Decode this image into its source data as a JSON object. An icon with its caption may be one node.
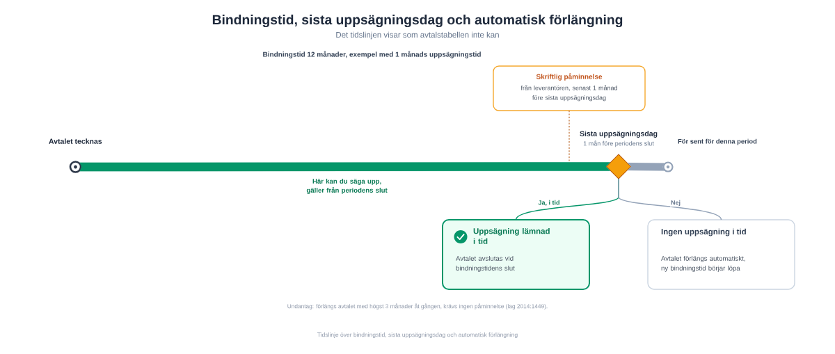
{
  "diagram": {
    "title": "Bindningstid, sista uppsägningsdag och automatisk förlängning",
    "caption": "Tidslinje över bindningstid, sista uppsägningsdag och automatisk förlängning",
    "nodes": [
      {
        "text": [],
        "shape": "circle",
        "beside": [
          "Avtalet tecknas"
        ]
      },
      {
        "text": [],
        "shape": "diamond",
        "beside": [
          "Sista uppsägningsdag",
          "1 mån före periodens slut"
        ]
      },
      {
        "text": [],
        "shape": "circle",
        "beside": [
          "För sent för denna period"
        ]
      },
      {
        "text": [
          "Skriftlig påminnelse",
          "från leverantören, senast 1 månad före sista uppsägningsdag"
        ]
      },
      {
        "text": [
          "Uppsägning lämnad i tid",
          "Avtalet avslutas vid bindningstidens slut"
        ]
      },
      {
        "text": [
          "Ingen uppsägning i tid",
          "Avtalet förlängs automatiskt, ny bindningstid börjar löpa"
        ]
      }
    ],
    "edges": [
      {
        "from": 0,
        "to": 1,
        "arrow": "none",
        "label": "Här kan du säga upp, gäller från periodens slut",
        "style": "thick",
        "color": "#059669"
      },
      {
        "from": 1,
        "to": 2,
        "arrow": "none",
        "style": "thick",
        "color": "#94a3b8"
      },
      {
        "from": 3,
        "to": null,
        "arrow": "none",
        "style": "dashed",
        "color": "#c2773f"
      },
      {
        "from": 1,
        "to": 4,
        "arrow": "none",
        "label": "Ja, i tid",
        "color": "#059669"
      },
      {
        "from": 1,
        "to": 5,
        "arrow": "none",
        "label": "Nej",
        "color": "#94a3b8"
      }
    ],
    "labels": [
      "Det tidslinjen visar som avtalstabellen inte kan",
      "Bindningstid 12 månader, exempel med 1 månads uppsägningstid",
      "Undantag: förlängs avtalet med högst 3 månader åt gången, krävs ingen påminnelse (lag 2014:1449)."
    ]
  }
}
